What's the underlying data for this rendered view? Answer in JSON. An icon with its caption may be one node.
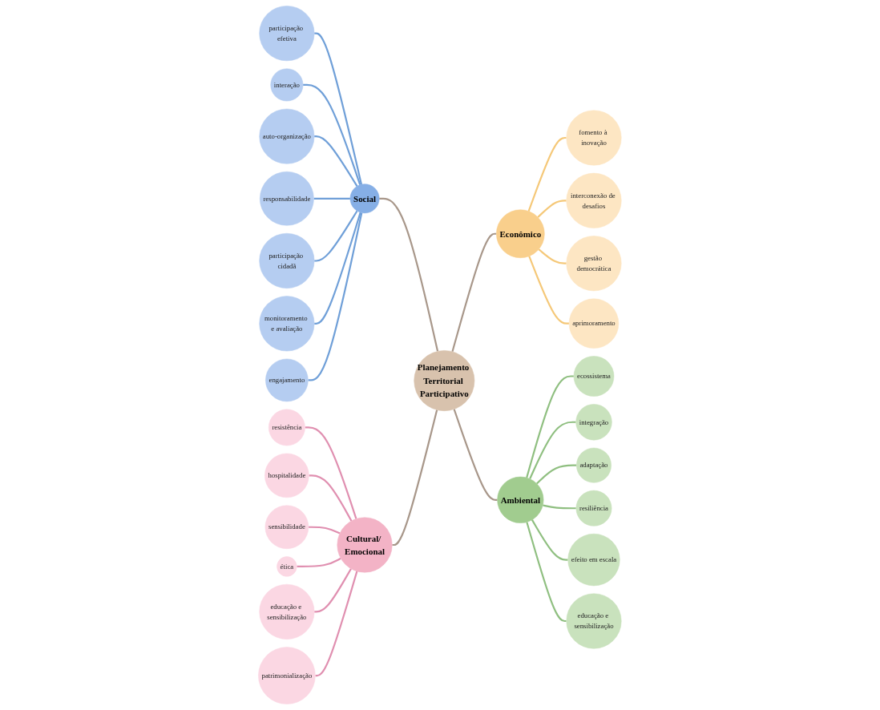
{
  "diagram": {
    "nodes": [
      {
        "text": [
          "Planejamento Territorial Participativo"
        ]
      },
      {
        "text": [
          "Social"
        ]
      },
      {
        "text": [
          "participação efetiva"
        ]
      },
      {
        "text": [
          "interação"
        ]
      },
      {
        "text": [
          "auto-organização"
        ]
      },
      {
        "text": [
          "responsabilidade"
        ]
      },
      {
        "text": [
          "participação cidadã"
        ]
      },
      {
        "text": [
          "monitoramento e avaliação"
        ]
      },
      {
        "text": [
          "engajamento"
        ]
      },
      {
        "text": [
          "Cultural/ Emocional"
        ]
      },
      {
        "text": [
          "resistência"
        ]
      },
      {
        "text": [
          "hospitalidade"
        ]
      },
      {
        "text": [
          "sensibilidade"
        ]
      },
      {
        "text": [
          "ética"
        ]
      },
      {
        "text": [
          "educação e sensibilização"
        ]
      },
      {
        "text": [
          "patrimonialização"
        ]
      },
      {
        "text": [
          "Econômico"
        ]
      },
      {
        "text": [
          "fomento à inovação"
        ]
      },
      {
        "text": [
          "interconexão de desafios"
        ]
      },
      {
        "text": [
          "gestão democrática"
        ]
      },
      {
        "text": [
          "aprimoramento"
        ]
      },
      {
        "text": [
          "Ambiental"
        ]
      },
      {
        "text": [
          "ecossistema"
        ]
      },
      {
        "text": [
          "integração"
        ]
      },
      {
        "text": [
          "adaptação"
        ]
      },
      {
        "text": [
          "resiliência"
        ]
      },
      {
        "text": [
          "efeito em escala"
        ]
      },
      {
        "text": [
          "educação e sensibilização"
        ]
      }
    ],
    "edges": [
      {
        "from": 1,
        "to": 0,
        "arrow": "none",
        "color": "#a8978a"
      },
      {
        "from": 9,
        "to": 0,
        "arrow": "none",
        "color": "#a8978a"
      },
      {
        "from": 0,
        "to": 16,
        "arrow": "none",
        "color": "#a8978a"
      },
      {
        "from": 0,
        "to": 21,
        "arrow": "none",
        "color": "#a8978a"
      },
      {
        "from": 2,
        "to": 1,
        "arrow": "none",
        "color": "#6f9fd8"
      },
      {
        "from": 3,
        "to": 1,
        "arrow": "none",
        "color": "#6f9fd8"
      },
      {
        "from": 4,
        "to": 1,
        "arrow": "none",
        "color": "#6f9fd8"
      },
      {
        "from": 5,
        "to": 1,
        "arrow": "none",
        "color": "#6f9fd8"
      },
      {
        "from": 6,
        "to": 1,
        "arrow": "none",
        "color": "#6f9fd8"
      },
      {
        "from": 7,
        "to": 1,
        "arrow": "none",
        "color": "#6f9fd8"
      },
      {
        "from": 8,
        "to": 1,
        "arrow": "none",
        "color": "#6f9fd8"
      },
      {
        "from": 10,
        "to": 9,
        "arrow": "none",
        "color": "#e08fb0"
      },
      {
        "from": 11,
        "to": 9,
        "arrow": "none",
        "color": "#e08fb0"
      },
      {
        "from": 12,
        "to": 9,
        "arrow": "none",
        "color": "#e08fb0"
      },
      {
        "from": 13,
        "to": 9,
        "arrow": "none",
        "color": "#e08fb0"
      },
      {
        "from": 14,
        "to": 9,
        "arrow": "none",
        "color": "#e08fb0"
      },
      {
        "from": 15,
        "to": 9,
        "arrow": "none",
        "color": "#e08fb0"
      },
      {
        "from": 16,
        "to": 17,
        "arrow": "none",
        "color": "#f5c878"
      },
      {
        "from": 16,
        "to": 18,
        "arrow": "none",
        "color": "#f5c878"
      },
      {
        "from": 16,
        "to": 19,
        "arrow": "none",
        "color": "#f5c878"
      },
      {
        "from": 16,
        "to": 20,
        "arrow": "none",
        "color": "#f5c878"
      },
      {
        "from": 21,
        "to": 22,
        "arrow": "none",
        "color": "#8fbf80"
      },
      {
        "from": 21,
        "to": 23,
        "arrow": "none",
        "color": "#8fbf80"
      },
      {
        "from": 21,
        "to": 24,
        "arrow": "none",
        "color": "#8fbf80"
      },
      {
        "from": 21,
        "to": 25,
        "arrow": "none",
        "color": "#8fbf80"
      },
      {
        "from": 21,
        "to": 26,
        "arrow": "none",
        "color": "#8fbf80"
      },
      {
        "from": 21,
        "to": 27,
        "arrow": "none",
        "color": "#8fbf80"
      }
    ]
  }
}
